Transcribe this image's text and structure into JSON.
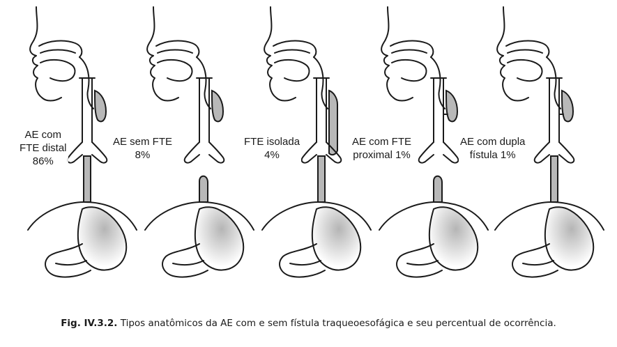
{
  "panels": [
    {
      "label_lines": [
        "AE com",
        "FTE distal",
        "86%"
      ],
      "variant": "distal"
    },
    {
      "label_lines": [
        "AE sem FTE",
        "8%"
      ],
      "variant": "none"
    },
    {
      "label_lines": [
        "FTE isolada",
        "4%"
      ],
      "variant": "isolated"
    },
    {
      "label_lines": [
        "AE com FTE",
        "proximal 1%"
      ],
      "variant": "proximal"
    },
    {
      "label_lines": [
        "AE com dupla",
        "fístula 1%"
      ],
      "variant": "double"
    }
  ],
  "caption": {
    "figure_number": "Fig. IV.3.2.",
    "text": "Tipos anatômicos da AE com e sem fístula traqueoesofágica e seu percentual de ocorrência."
  },
  "colors": {
    "ink": "#1a1a1a",
    "stomach_shade": "#c8c8c8",
    "tube_shade": "#b8b8b8"
  }
}
